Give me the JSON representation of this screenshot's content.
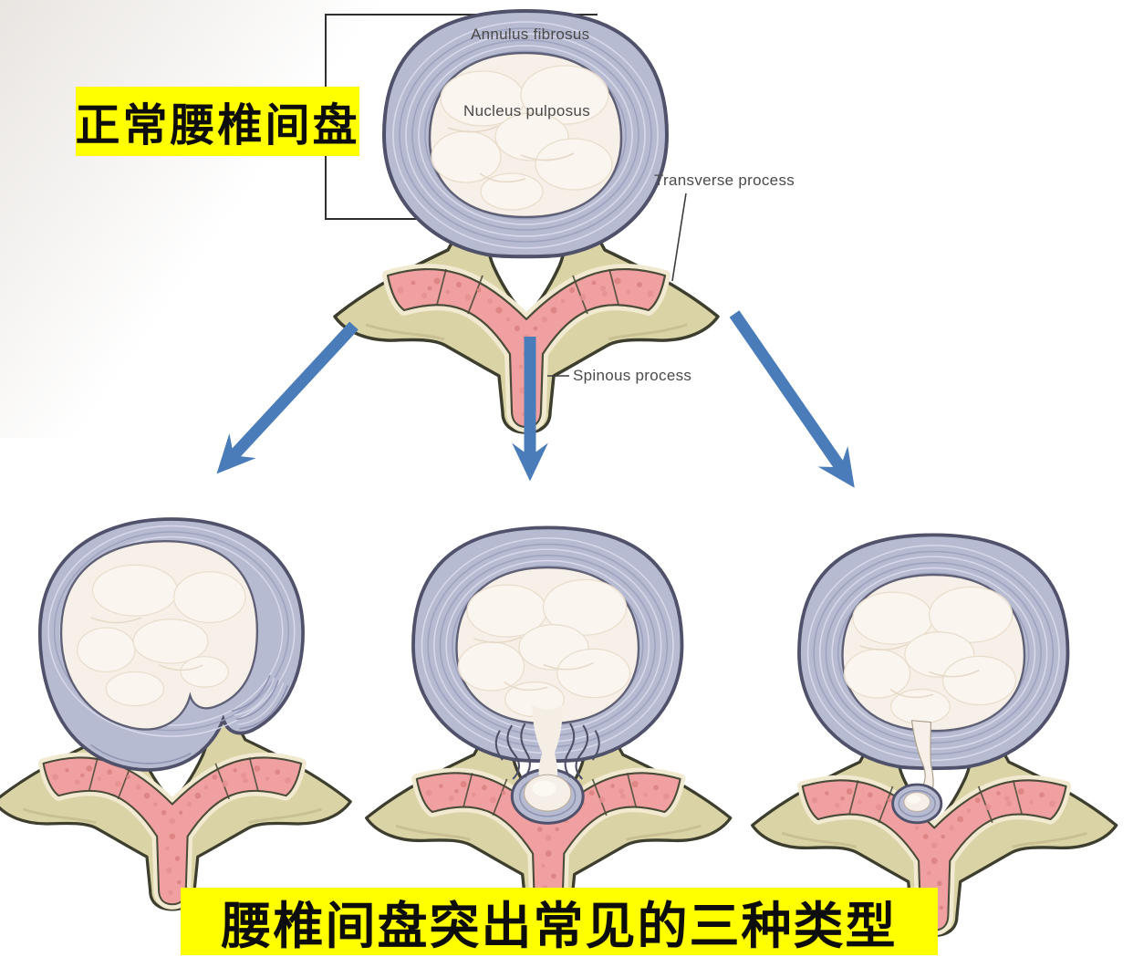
{
  "labels": {
    "normal_disc": "正常腰椎间盘",
    "herniation_types": "腰椎间盘突出常见的三种类型"
  },
  "anatomy": {
    "annulus_fibrosus": "Annulus fibrosus",
    "nucleus_pulposus": "Nucleus pulposus",
    "transverse_process": "Transverse process",
    "spinous_process": "Spinous process"
  },
  "colors": {
    "highlight_yellow": "#ffff00",
    "arrow_blue": "#4a7cba",
    "annulus_fill": "#b7bbd1",
    "annulus_outline": "#50516a",
    "nucleus_fill": "#f7f0e8",
    "bone_fill": "#d9d3a6",
    "bone_outline": "#3d3e2d",
    "spongy_bone_pink": "#f0a0a0",
    "label_text": "#4a4a4a"
  }
}
